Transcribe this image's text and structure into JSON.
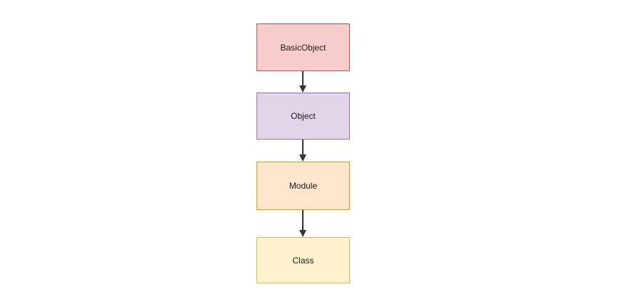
{
  "diagram": {
    "type": "flowchart",
    "description": "Vertical class hierarchy diagram of four boxes connected by downward arrows",
    "background_color": "#ffffff",
    "arrow_color": "#333333",
    "text_color": "#1a1a1a",
    "nodes": [
      {
        "id": "basicobject",
        "label": "BasicObject",
        "fill": "#f8cecc",
        "stroke": "#b85450"
      },
      {
        "id": "object",
        "label": "Object",
        "fill": "#e1d5e7",
        "stroke": "#9673a6"
      },
      {
        "id": "module",
        "label": "Module",
        "fill": "#ffe6cc",
        "stroke": "#d79b00"
      },
      {
        "id": "class",
        "label": "Class",
        "fill": "#fff2cc",
        "stroke": "#d6b656"
      }
    ],
    "edges": [
      {
        "from": "basicobject",
        "to": "object"
      },
      {
        "from": "object",
        "to": "module"
      },
      {
        "from": "module",
        "to": "class"
      }
    ]
  }
}
